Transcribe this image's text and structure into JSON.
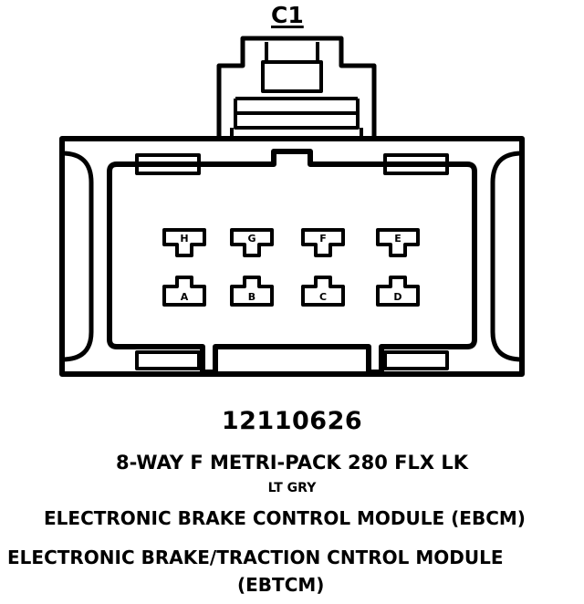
{
  "connector": {
    "id": "C1",
    "part_number": "12110626",
    "description": "8-WAY F METRI-PACK 280 FLX LK",
    "color": "LT GRY",
    "module_line_1": "ELECTRONIC BRAKE CONTROL MODULE (EBCM)",
    "module_line_2": "ELECTRONIC BRAKE/TRACTION CNTROL MODULE",
    "module_line_3": "(EBTCM)"
  },
  "pins_top": [
    "H",
    "G",
    "F",
    "E"
  ],
  "pins_bottom": [
    "A",
    "B",
    "C",
    "D"
  ]
}
